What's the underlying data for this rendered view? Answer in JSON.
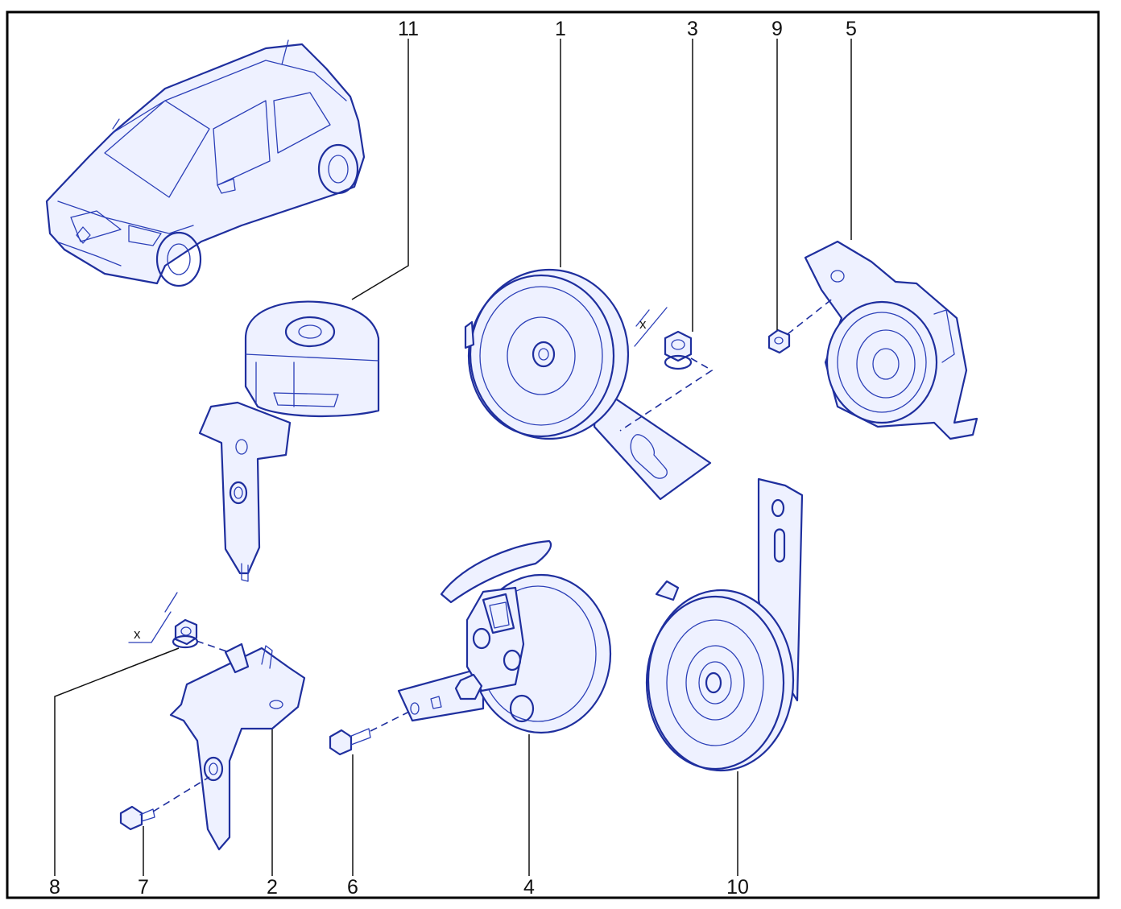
{
  "diagram": {
    "callouts": [
      "1",
      "2",
      "3",
      "4",
      "5",
      "6",
      "7",
      "8",
      "9",
      "10",
      "11"
    ],
    "dimension_label": "x",
    "colors": {
      "line": "#1f2f9e",
      "fill": "#eef1ff",
      "text": "#111111",
      "frame": "#000000"
    }
  }
}
